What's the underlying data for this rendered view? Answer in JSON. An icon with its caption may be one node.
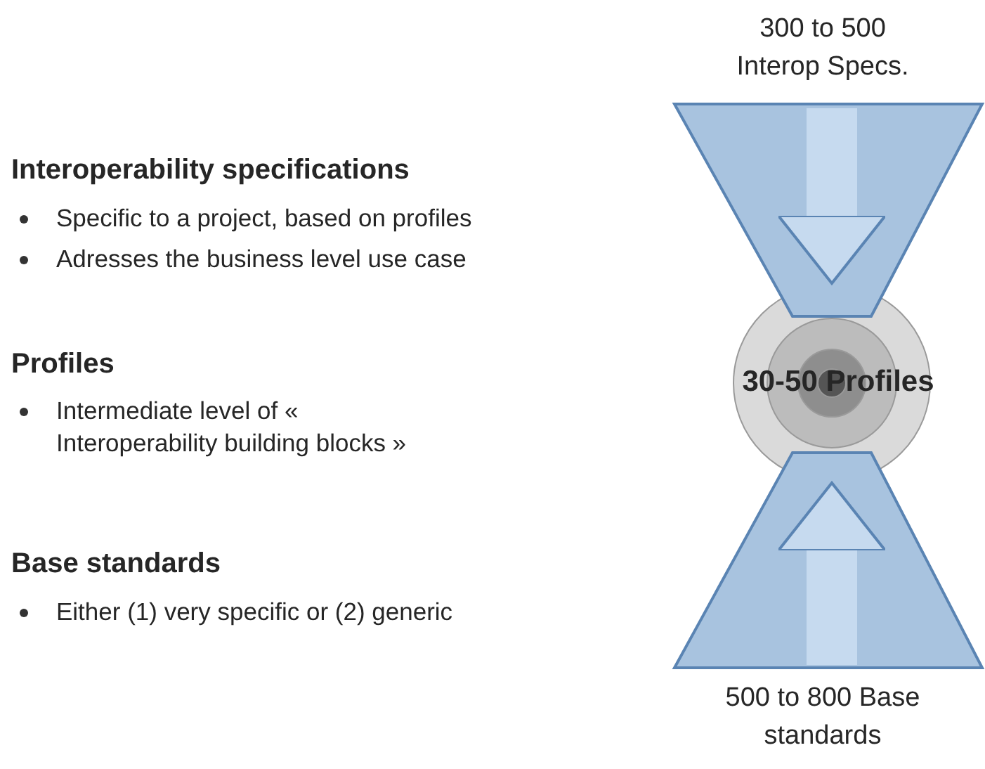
{
  "diagram": {
    "nodes": [
      {
        "text": [
          "300 to 500 Interop Specs."
        ]
      },
      {
        "text": [
          "30-50 Profiles"
        ]
      },
      {
        "text": [
          "500 to 800 Base standards"
        ]
      }
    ],
    "edges": [
      {
        "from": 0,
        "to": 1,
        "arrow": "to"
      },
      {
        "from": 2,
        "to": 1,
        "arrow": "to"
      }
    ],
    "labels": [
      "Interoperability specifications",
      "Specific to a project, based on profiles",
      "Adresses the business level use case",
      "Profiles",
      "Intermediate level of « Interoperability building blocks »",
      "Base standards",
      "Either (1) very specific or (2) generic"
    ]
  }
}
